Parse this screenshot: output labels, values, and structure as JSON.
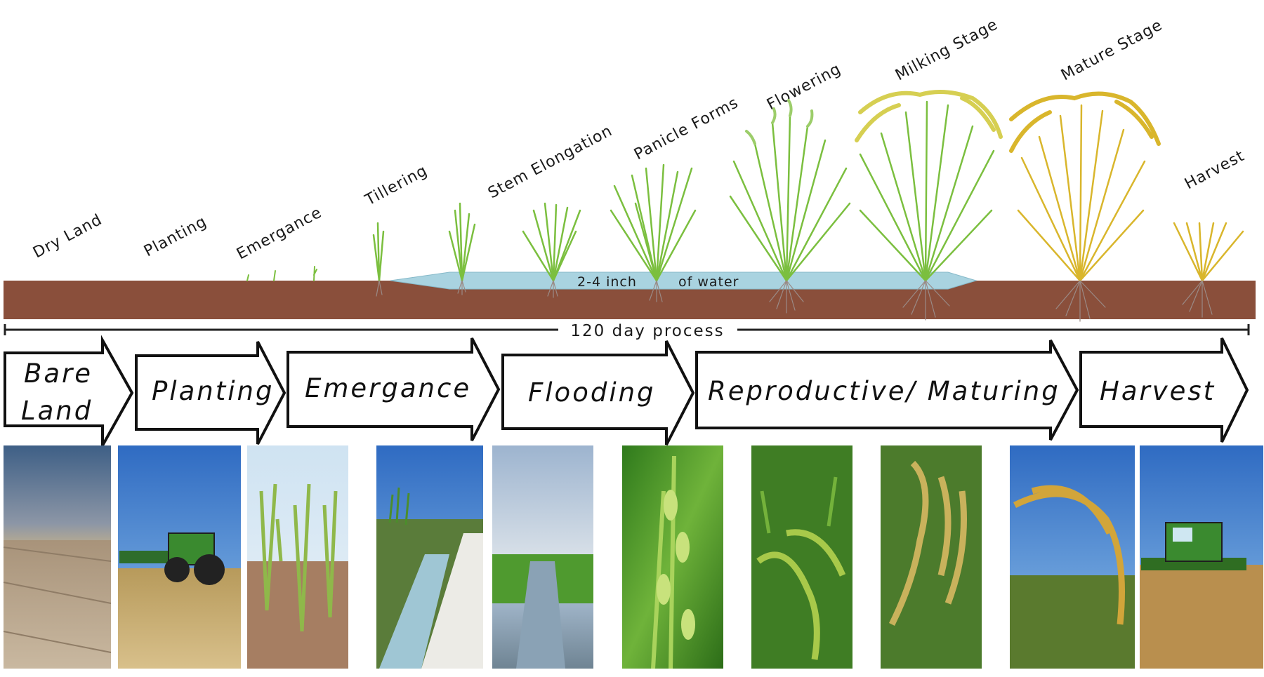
{
  "stage_labels": {
    "dry_land": "Dry Land",
    "planting": "Planting",
    "emergance": "Emergance",
    "tillering": "Tillering",
    "stem_elongation": "Stem Elongation",
    "panicle_forms": "Panicle Forms",
    "flowering": "Flowering",
    "milking_stage": "Milking Stage",
    "mature_stage": "Mature Stage",
    "harvest": "Harvest"
  },
  "water": {
    "depth": "2-4 inch",
    "label": "of water"
  },
  "timeline": {
    "label": "120 day process"
  },
  "phases": [
    {
      "label_line1": "Bare",
      "label_line2": "Land"
    },
    {
      "label": "Planting"
    },
    {
      "label": "Emergance"
    },
    {
      "label": "Flooding"
    },
    {
      "label": "Reproductive/ Maturing"
    },
    {
      "label": "Harvest"
    }
  ],
  "colors": {
    "soil": "#8a4f3b",
    "water": "#a9d3e0",
    "leaf_green": "#7bbf3f",
    "leaf_yellow": "#d9b62c",
    "grain_gold": "#c9a227"
  },
  "photos": [
    {
      "icon": "cloudy-sky-bare-field-photo"
    },
    {
      "icon": "tractor-planter-photo"
    },
    {
      "icon": "rice-seedlings-photo"
    },
    {
      "icon": "irrigation-pipe-photo"
    },
    {
      "icon": "flooded-paddy-photo"
    },
    {
      "icon": "rice-flower-closeup-photo"
    },
    {
      "icon": "green-panicles-photo"
    },
    {
      "icon": "milking-grain-photo"
    },
    {
      "icon": "mature-panicle-sky-photo"
    },
    {
      "icon": "combine-harvester-photo"
    }
  ]
}
